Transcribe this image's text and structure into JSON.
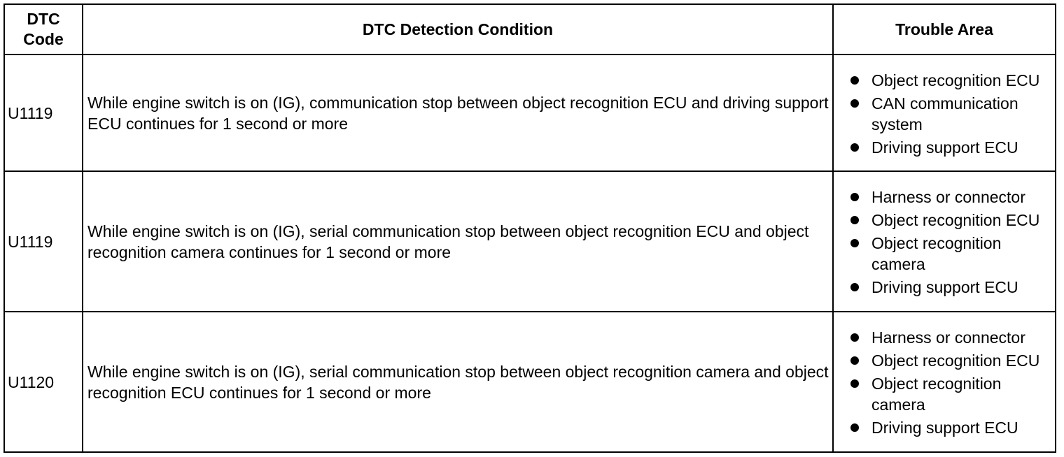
{
  "headers": {
    "code": "DTC Code",
    "condition": "DTC Detection Condition",
    "area": "Trouble Area"
  },
  "rows": [
    {
      "code": "U1119",
      "condition": "While engine switch is on (IG), communication stop between object recognition ECU and driving support ECU continues for 1 second or more",
      "areas": [
        "Object recognition ECU",
        "CAN communication system",
        "Driving support ECU"
      ]
    },
    {
      "code": "U1119",
      "condition": "While engine switch is on (IG), serial communication stop between object recognition ECU and object recognition camera continues for 1 second or more",
      "areas": [
        "Harness or connector",
        "Object recognition ECU",
        "Object recognition camera",
        "Driving support ECU"
      ]
    },
    {
      "code": "U1120",
      "condition": "While engine switch is on (IG), serial communication stop between object recognition camera and object recognition ECU continues for 1 second or more",
      "areas": [
        "Harness or connector",
        "Object recognition ECU",
        "Object recognition camera",
        "Driving support ECU"
      ]
    }
  ],
  "icons": {
    "bullet": "bullet-icon"
  },
  "colors": {
    "text": "#000000",
    "border": "#000000",
    "background": "#ffffff"
  }
}
